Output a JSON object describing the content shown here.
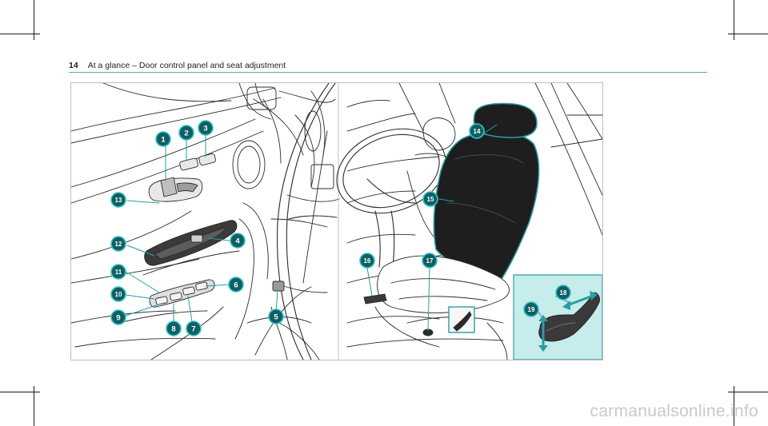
{
  "header": {
    "page_number": "14",
    "title": "At a glance – Door control panel and seat adjustment"
  },
  "figure": {
    "callouts": [
      "1",
      "2",
      "3",
      "4",
      "5",
      "6",
      "7",
      "8",
      "9",
      "10",
      "11",
      "12",
      "13",
      "14",
      "15",
      "16",
      "17",
      "18",
      "19"
    ]
  },
  "colors": {
    "accent": "#2a9ca2",
    "badge_fill": "#0f5f63",
    "badge_ring": "#37c3c8",
    "inset_bg": "#c6ecec",
    "seat_dark": "#1e1e1e"
  },
  "footer": {
    "watermark": "carmanualsonline.info"
  }
}
